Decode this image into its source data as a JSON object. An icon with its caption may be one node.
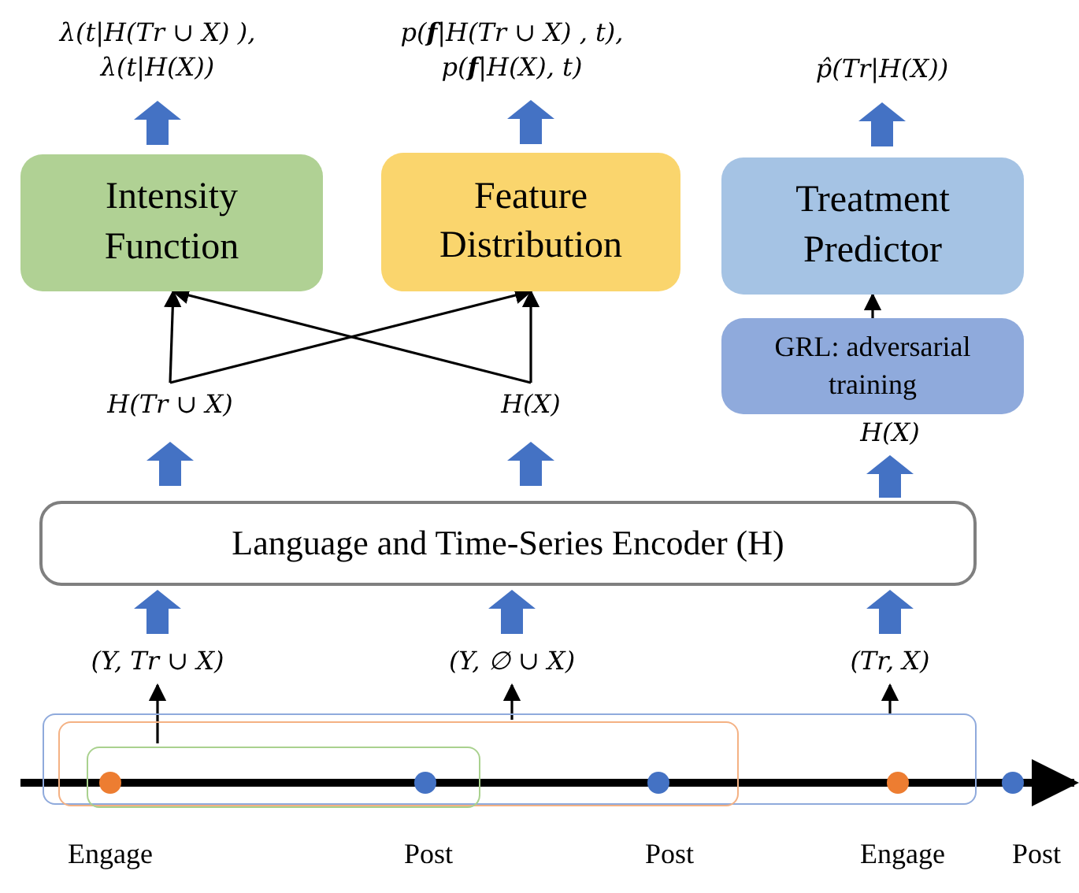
{
  "diagram": {
    "nodes": [
      {
        "text": [
          "λ(t|H(Tr ∪ X) ), λ(t|H(X))"
        ]
      },
      {
        "text": [
          "p(**f**|H(Tr ∪ X) , t), p(**f**|H(X), t)"
        ]
      },
      {
        "text": [
          "p̂(Tr|H(X))"
        ]
      },
      {
        "text": [
          "Intensity Function"
        ]
      },
      {
        "text": [
          "Feature Distribution"
        ]
      },
      {
        "text": [
          "Treatment Predictor"
        ]
      },
      {
        "text": [
          "GRL: adversarial training"
        ]
      },
      {
        "text": [
          "H(Tr ∪ X)"
        ]
      },
      {
        "text": [
          "H(X)"
        ]
      },
      {
        "text": [
          "H(X)"
        ]
      },
      {
        "text": [
          "Language and Time-Series Encoder (H)"
        ]
      },
      {
        "text": [
          "(Y, Tr ∪ X)"
        ]
      },
      {
        "text": [
          "(Y, ∅ ∪ X)"
        ]
      },
      {
        "text": [
          "(Tr, X)"
        ]
      },
      {
        "text": [],
        "shape": "box"
      },
      {
        "text": [],
        "shape": "box",
        "in": 14
      },
      {
        "text": [],
        "shape": "box",
        "in": 15
      }
    ],
    "edges": [
      {
        "from": 3,
        "to": 0,
        "arrow": "to",
        "style": "thick",
        "color": "#4472c4"
      },
      {
        "from": 4,
        "to": 1,
        "arrow": "to",
        "style": "thick",
        "color": "#4472c4"
      },
      {
        "from": 5,
        "to": 2,
        "arrow": "to",
        "style": "thick",
        "color": "#4472c4"
      },
      {
        "from": 6,
        "to": 5,
        "arrow": "to"
      },
      {
        "from": 7,
        "to": 3,
        "arrow": "to"
      },
      {
        "from": 7,
        "to": 4,
        "arrow": "to"
      },
      {
        "from": 8,
        "to": 3,
        "arrow": "to"
      },
      {
        "from": 8,
        "to": 4,
        "arrow": "to"
      },
      {
        "from": 10,
        "to": 7,
        "arrow": "to",
        "style": "thick",
        "color": "#4472c4"
      },
      {
        "from": 10,
        "to": 8,
        "arrow": "to",
        "style": "thick",
        "color": "#4472c4"
      },
      {
        "from": 10,
        "to": 9,
        "arrow": "to",
        "style": "thick",
        "color": "#4472c4"
      },
      {
        "from": 11,
        "to": 10,
        "arrow": "to",
        "style": "thick",
        "color": "#4472c4"
      },
      {
        "from": 12,
        "to": 10,
        "arrow": "to",
        "style": "thick",
        "color": "#4472c4"
      },
      {
        "from": 13,
        "to": 10,
        "arrow": "to",
        "style": "thick",
        "color": "#4472c4"
      },
      {
        "from": 16,
        "to": 11,
        "arrow": "to"
      },
      {
        "from": 15,
        "to": 12,
        "arrow": "to"
      },
      {
        "from": 14,
        "to": 13,
        "arrow": "to"
      }
    ],
    "labels": [
      "Engage",
      "Post",
      "Post",
      "Engage",
      "Post"
    ]
  }
}
